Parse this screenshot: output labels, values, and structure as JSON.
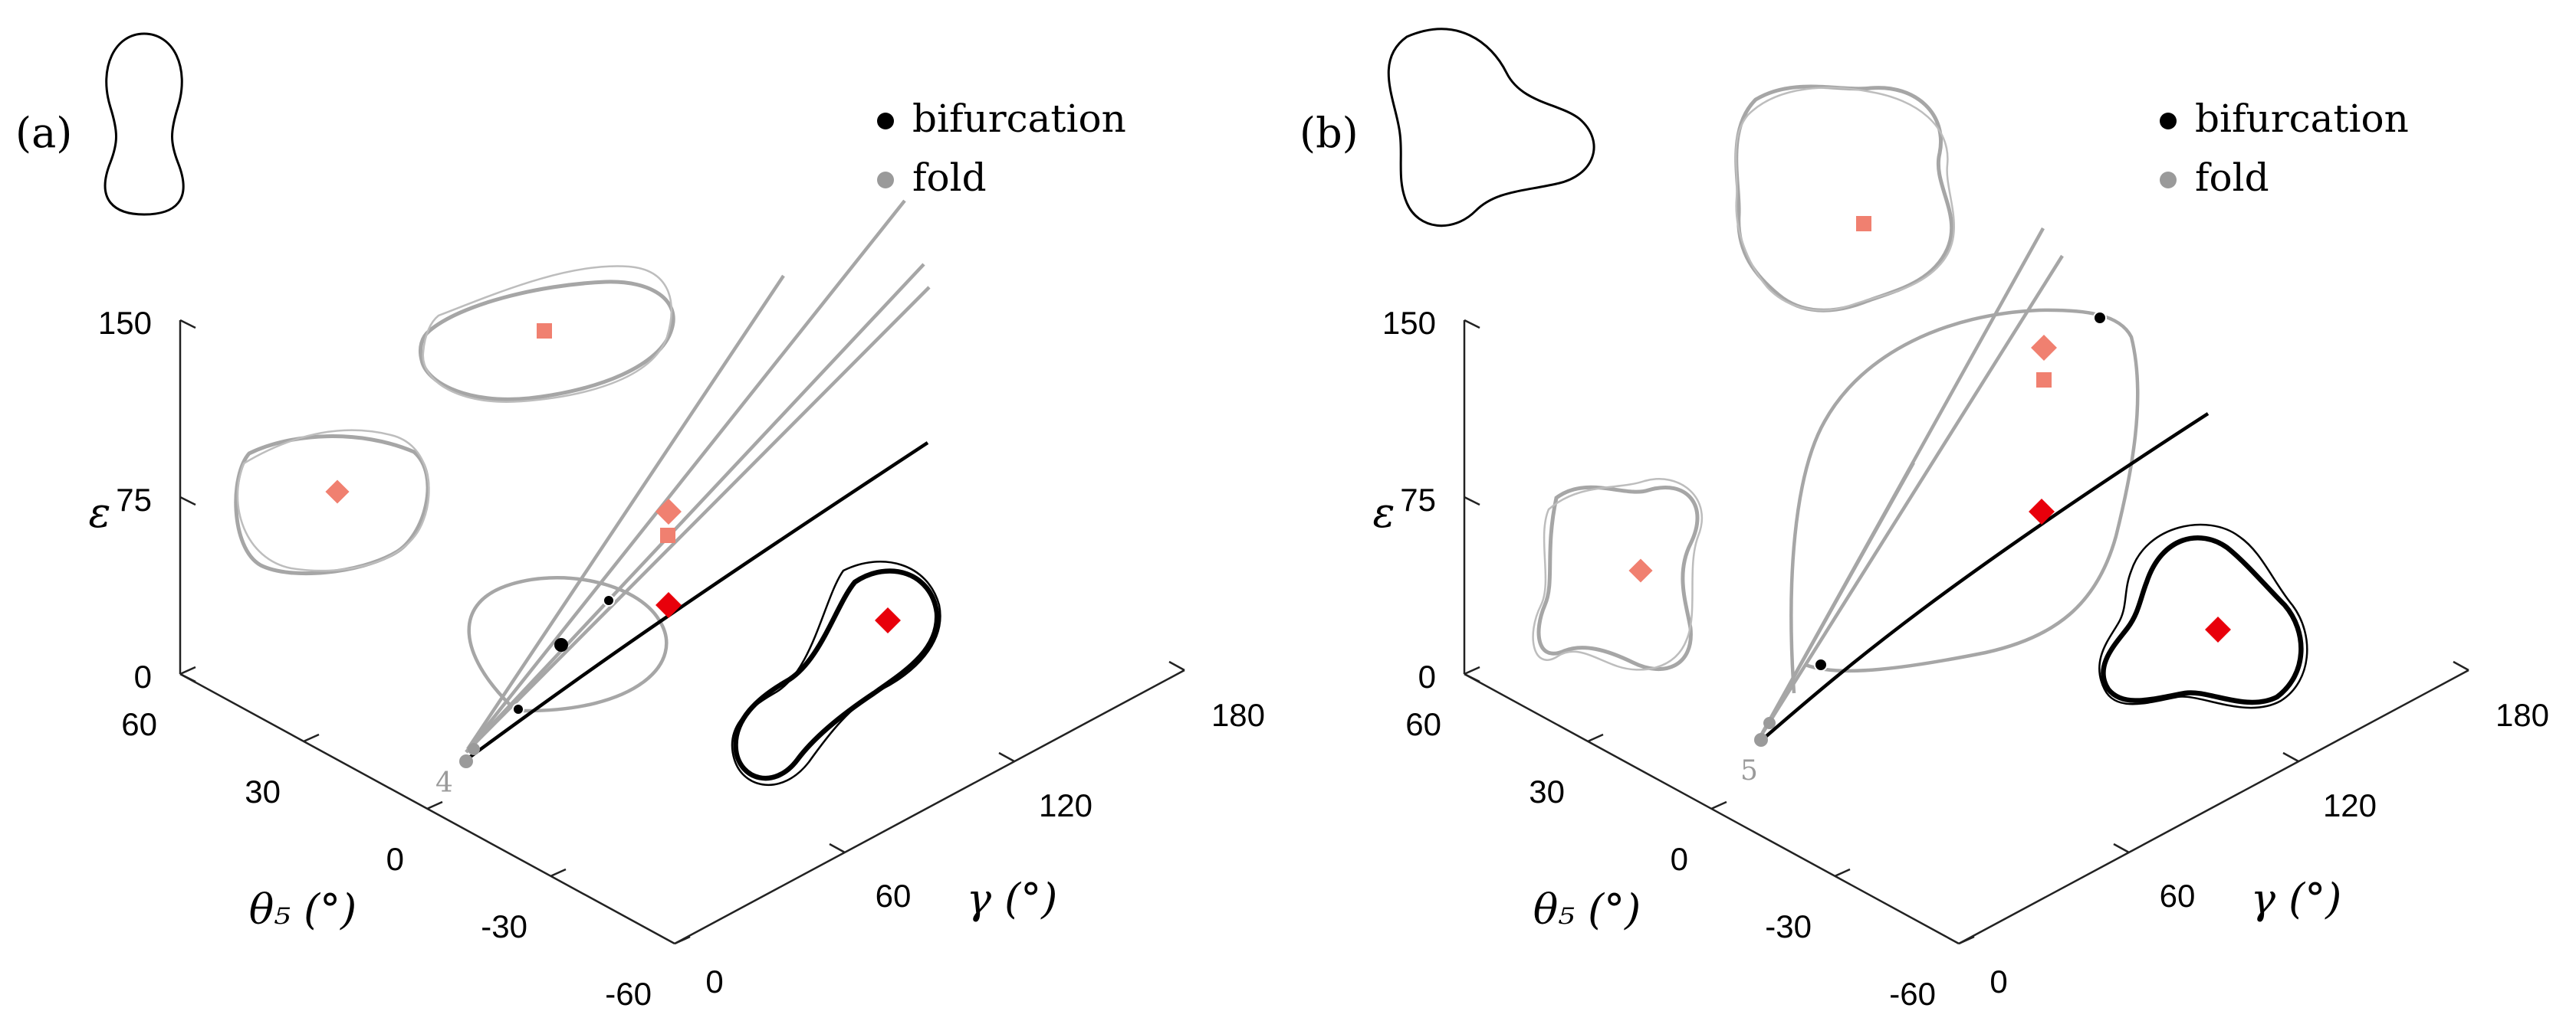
{
  "chart_data": [
    {
      "type": "line",
      "panel": "(a)",
      "mode_label": "4",
      "xlabel": "γ (°)",
      "ylabel": "θ₅ (°)",
      "zlabel": "ε",
      "x_ticks": [
        "0",
        "60",
        "120",
        "180"
      ],
      "y_ticks": [
        "-60",
        "-30",
        "0",
        "30",
        "60"
      ],
      "z_ticks": [
        "0",
        "75",
        "150"
      ],
      "xlim": [
        0,
        180
      ],
      "ylim": [
        -60,
        60
      ],
      "zlim": [
        0,
        150
      ],
      "legend": [
        {
          "label": "bifurcation",
          "color": "#000000"
        },
        {
          "label": "fold",
          "color": "#9a9a9a"
        }
      ],
      "legend_position": "top-right",
      "colors": {
        "main_branch": "#000000",
        "fold_branch": "#a6a6a6",
        "diamond_pale": "#f08070",
        "square_pale": "#f08070",
        "diamond_red": "#e8000b"
      }
    },
    {
      "type": "line",
      "panel": "(b)",
      "mode_label": "5",
      "xlabel": "γ (°)",
      "ylabel": "θ₅ (°)",
      "zlabel": "ε",
      "x_ticks": [
        "0",
        "60",
        "120",
        "180"
      ],
      "y_ticks": [
        "-60",
        "-30",
        "0",
        "30",
        "60"
      ],
      "z_ticks": [
        "0",
        "75",
        "150"
      ],
      "xlim": [
        0,
        180
      ],
      "ylim": [
        -60,
        60
      ],
      "zlim": [
        0,
        150
      ],
      "legend": [
        {
          "label": "bifurcation",
          "color": "#000000"
        },
        {
          "label": "fold",
          "color": "#9a9a9a"
        }
      ],
      "legend_position": "top-right",
      "colors": {
        "main_branch": "#000000",
        "fold_branch": "#a6a6a6",
        "diamond_pale": "#f08070",
        "square_pale": "#f08070",
        "diamond_red": "#e8000b"
      }
    }
  ]
}
